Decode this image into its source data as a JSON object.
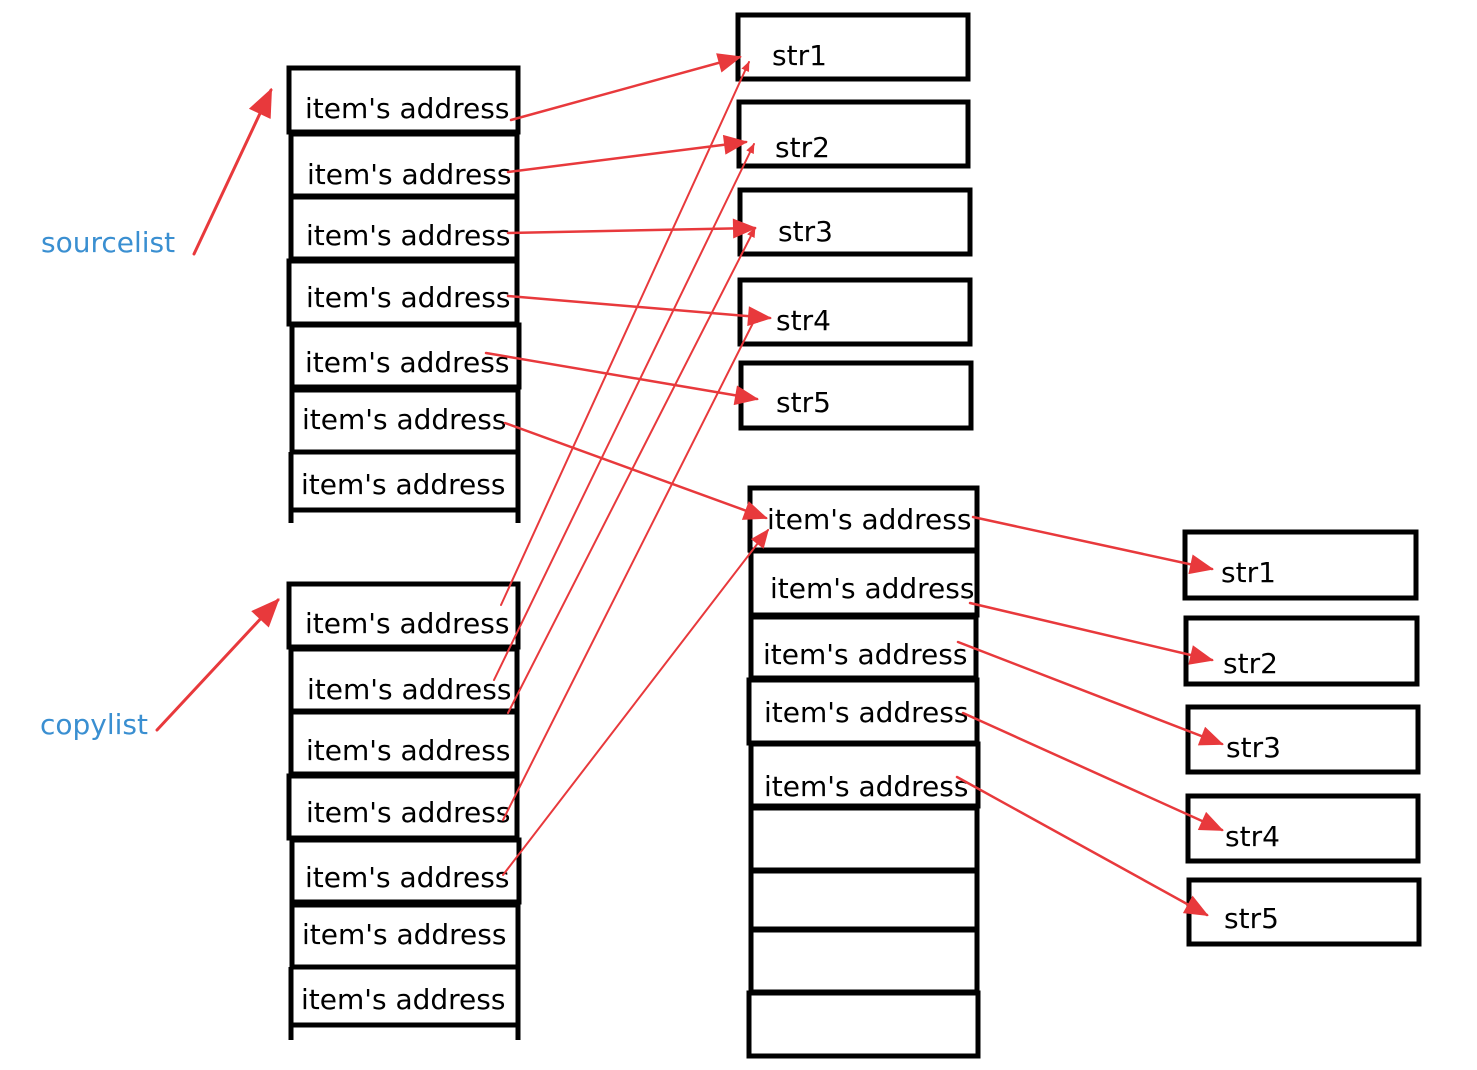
{
  "labels": {
    "sourcelist": "sourcelist",
    "copylist": "copylist"
  },
  "sourcelist_cells": [
    "item's address",
    "item's address",
    "item's address",
    "item's address",
    "item's address",
    "item's address",
    "item's address"
  ],
  "copylist_cells": [
    "item's address",
    "item's address",
    "item's address",
    "item's address",
    "item's address",
    "item's address",
    "item's address"
  ],
  "deep_list_cells": [
    "item's address",
    "item's address",
    "item's address",
    "item's address",
    "item's address",
    "",
    "",
    "",
    ""
  ],
  "strings_top": [
    "str1",
    "str2",
    "str3",
    "str4",
    "str5"
  ],
  "strings_right": [
    "str1",
    "str2",
    "str3",
    "str4",
    "str5"
  ],
  "colors": {
    "arrow": "#e8393c",
    "label": "#3a8fd1",
    "box": "#000000"
  }
}
